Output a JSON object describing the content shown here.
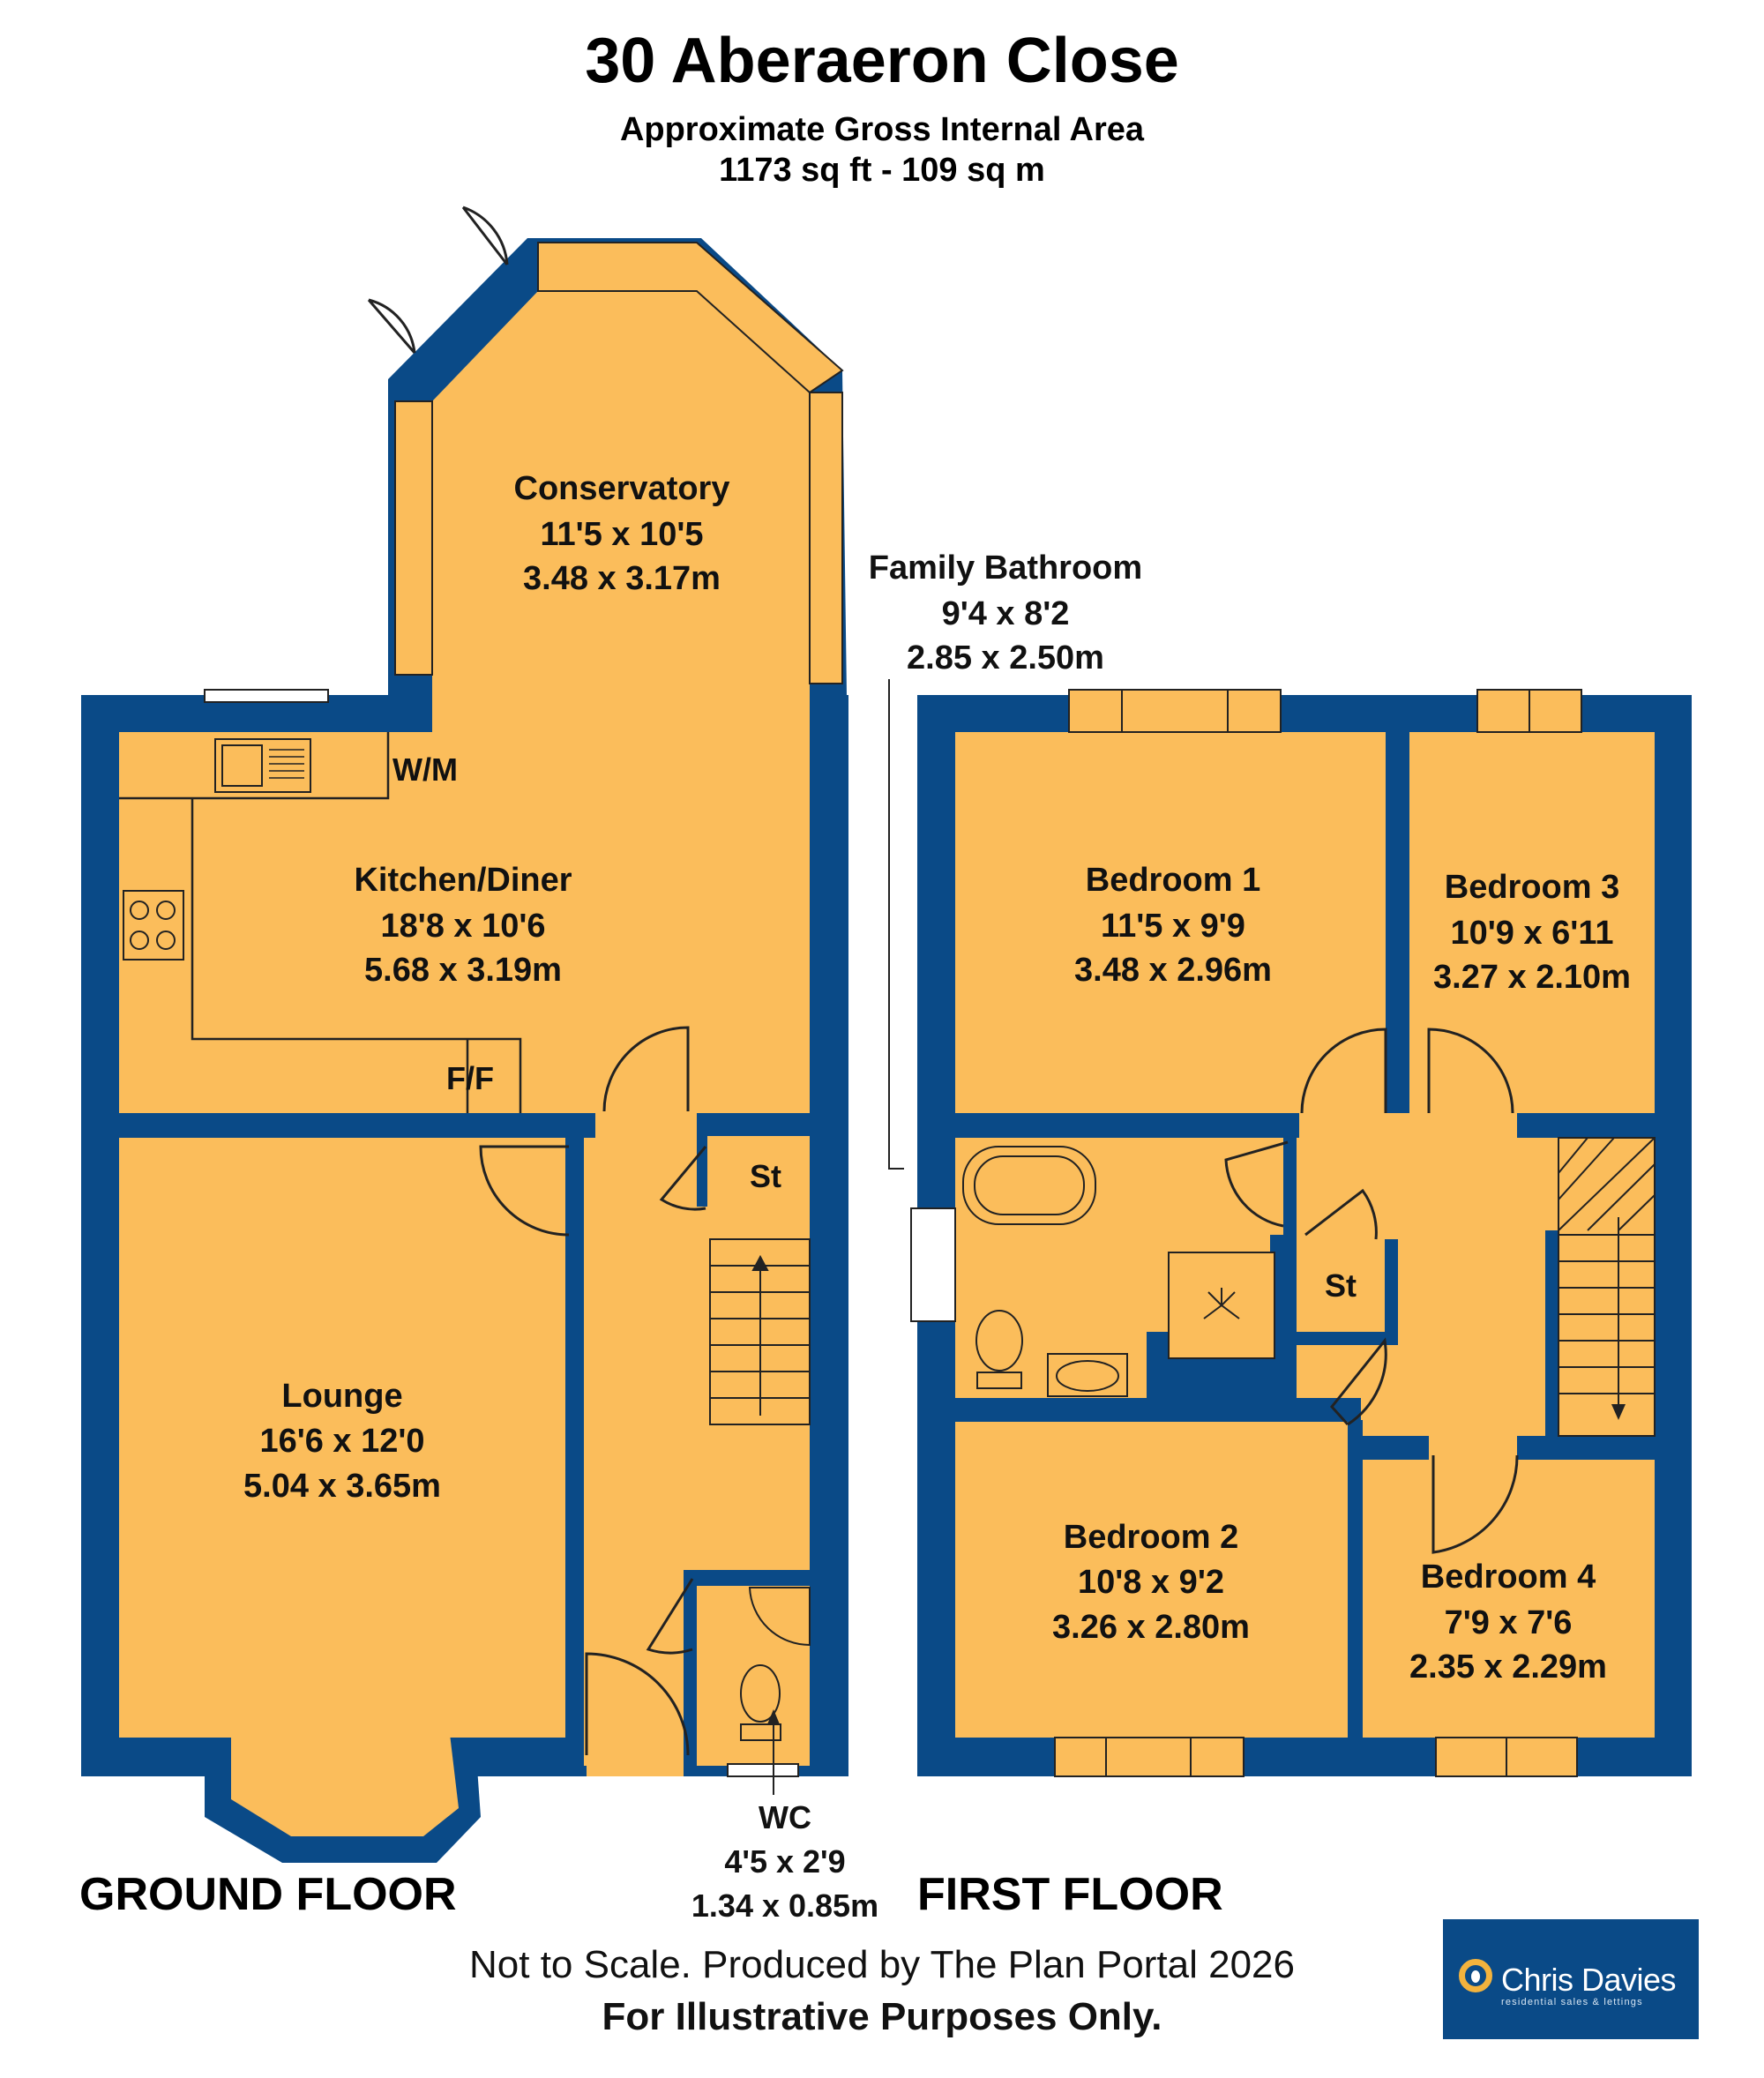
{
  "header": {
    "title": "30 Aberaeron Close",
    "subtitle": "Approximate Gross Internal Area",
    "area": "1173 sq ft - 109 sq m"
  },
  "colors": {
    "wall": "#0a4a87",
    "floor": "#fbbd5b",
    "line": "#222222"
  },
  "ground_floor": {
    "label": "GROUND FLOOR",
    "rooms": [
      {
        "name": "Conservatory",
        "imperial": "11'5 x 10'5",
        "metric": "3.48 x 3.17m"
      },
      {
        "name": "Kitchen/Diner",
        "imperial": "18'8 x 10'6",
        "metric": "5.68 x 3.19m"
      },
      {
        "name": "Lounge",
        "imperial": "16'6 x 12'0",
        "metric": "5.04 x 3.65m"
      },
      {
        "name": "WC",
        "imperial": "4'5 x 2'9",
        "metric": "1.34 x 0.85m"
      }
    ],
    "fixtures": {
      "washer": "W/M",
      "fridge": "F/F",
      "store": "St"
    }
  },
  "first_floor": {
    "label": "FIRST FLOOR",
    "rooms": [
      {
        "name": "Family Bathroom",
        "imperial": "9'4 x 8'2",
        "metric": "2.85 x 2.50m"
      },
      {
        "name": "Bedroom 1",
        "imperial": "11'5 x 9'9",
        "metric": "3.48 x 2.96m"
      },
      {
        "name": "Bedroom 3",
        "imperial": "10'9 x 6'11",
        "metric": "3.27 x 2.10m"
      },
      {
        "name": "Bedroom 2",
        "imperial": "10'8 x 9'2",
        "metric": "3.26 x 2.80m"
      },
      {
        "name": "Bedroom 4",
        "imperial": "7'9 x  7'6",
        "metric": "2.35 x 2.29m"
      }
    ],
    "fixtures": {
      "store": "St"
    }
  },
  "footer": {
    "line1": "Not to Scale. Produced by The Plan Portal 2026",
    "line2": "For Illustrative Purposes Only."
  },
  "logo": {
    "name": "Chris Davies",
    "tagline": "residential sales & lettings"
  }
}
